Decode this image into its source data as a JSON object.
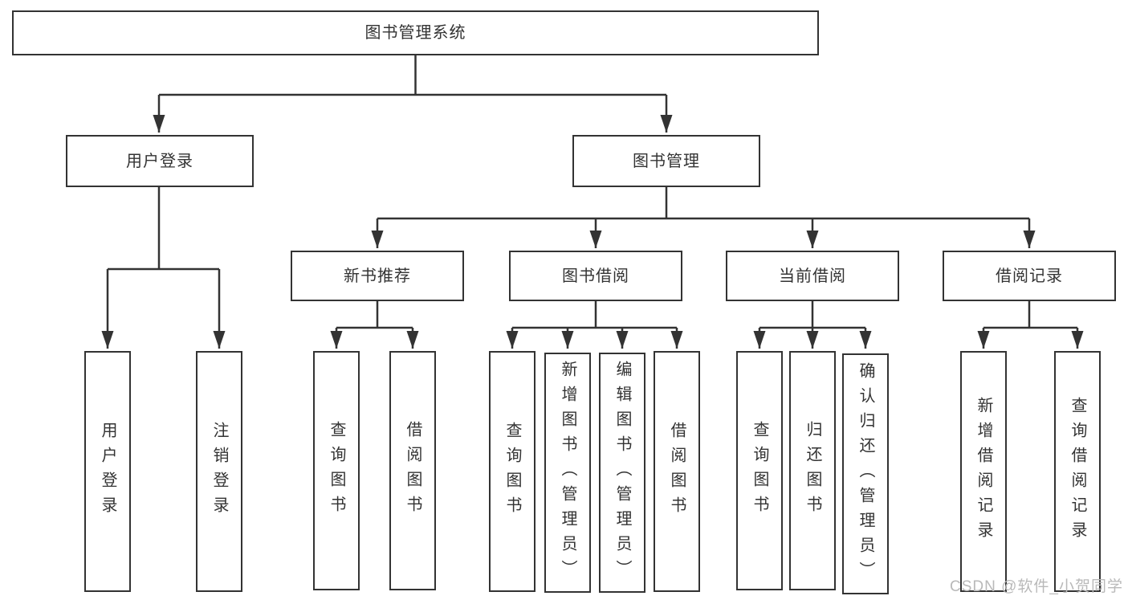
{
  "tree": {
    "root": {
      "label": "图书管理系统"
    },
    "branches": [
      {
        "label": "用户登录",
        "children": [
          {
            "label": "用户登录"
          },
          {
            "label": "注销登录"
          }
        ]
      },
      {
        "label": "图书管理",
        "children": [
          {
            "label": "新书推荐",
            "children": [
              {
                "label": "查询图书"
              },
              {
                "label": "借阅图书"
              }
            ]
          },
          {
            "label": "图书借阅",
            "children": [
              {
                "label": "查询图书"
              },
              {
                "label": "新增图书（管理员）"
              },
              {
                "label": "编辑图书（管理员）"
              },
              {
                "label": "借阅图书"
              }
            ]
          },
          {
            "label": "当前借阅",
            "children": [
              {
                "label": "查询图书"
              },
              {
                "label": "归还图书"
              },
              {
                "label": "确认归还（管理员）"
              }
            ]
          },
          {
            "label": "借阅记录",
            "children": [
              {
                "label": "新增借阅记录"
              },
              {
                "label": "查询借阅记录"
              }
            ]
          }
        ]
      }
    ]
  },
  "watermark": "CSDN @软件_小贺同学",
  "colors": {
    "line": "#333333",
    "text": "#333333",
    "background": "#ffffff",
    "watermark": "#b9b9b9"
  }
}
